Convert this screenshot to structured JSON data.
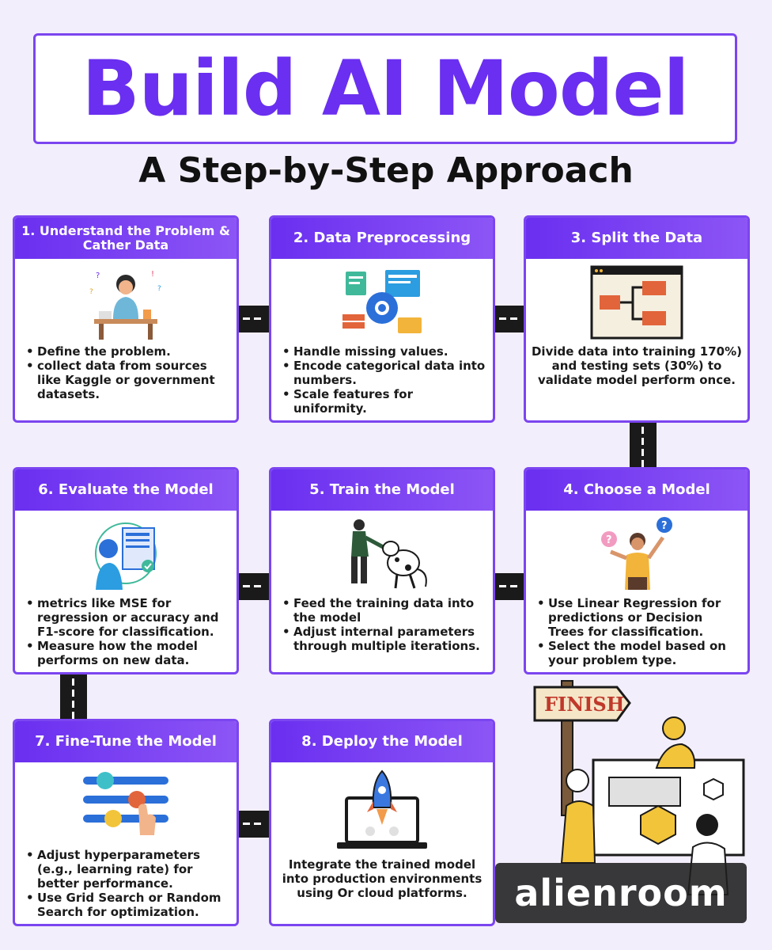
{
  "title": "Build AI Model",
  "subtitle": "A Step-by-Step Approach",
  "colors": {
    "accent": "#7b45f0",
    "header_start": "#6a2ff0",
    "header_end": "#8c55f5",
    "connector": "#1a1a1a"
  },
  "steps": [
    {
      "title": "1. Understand the Problem & Cather Data",
      "icon": "thinking-person-icon",
      "bullets": [
        "Define the problem.",
        "collect data from sources like Kaggle or government datasets."
      ]
    },
    {
      "title": "2. Data Preprocessing",
      "icon": "data-gear-icon",
      "bullets": [
        "Handle missing values.",
        "Encode categorical data into numbers.",
        "Scale features for uniformity."
      ]
    },
    {
      "title": "3. Split the Data",
      "icon": "folder-tree-icon",
      "text": "Divide data into training 170%) and testing sets (30%) to validate model perform once."
    },
    {
      "title": "4. Choose a Model",
      "icon": "person-choosing-icon",
      "bullets": [
        "Use Linear Regression for predictions or Decision Trees for classification.",
        "Select the model based on your problem type."
      ]
    },
    {
      "title": "5. Train the Model",
      "icon": "person-training-dog-icon",
      "bullets": [
        "Feed the training data into the model",
        "Adjust internal parameters through multiple iterations."
      ]
    },
    {
      "title": "6. Evaluate the Model",
      "icon": "person-reviewing-report-icon",
      "bullets": [
        "metrics like MSE for regression or accuracy and F1-score for classification.",
        "Measure how the model performs on new data."
      ]
    },
    {
      "title": "7. Fine-Tune the Model",
      "icon": "sliders-icon",
      "bullets": [
        "Adjust hyperparameters (e.g., learning rate) for better performance.",
        "Use Grid Search or Random Search for optimization."
      ]
    },
    {
      "title": "8. Deploy the Model",
      "icon": "rocket-laptop-icon",
      "text": "Integrate the trained model into production environments using Or cloud platforms."
    }
  ],
  "finish_sign": "FINISH",
  "watermark": "alienroom"
}
